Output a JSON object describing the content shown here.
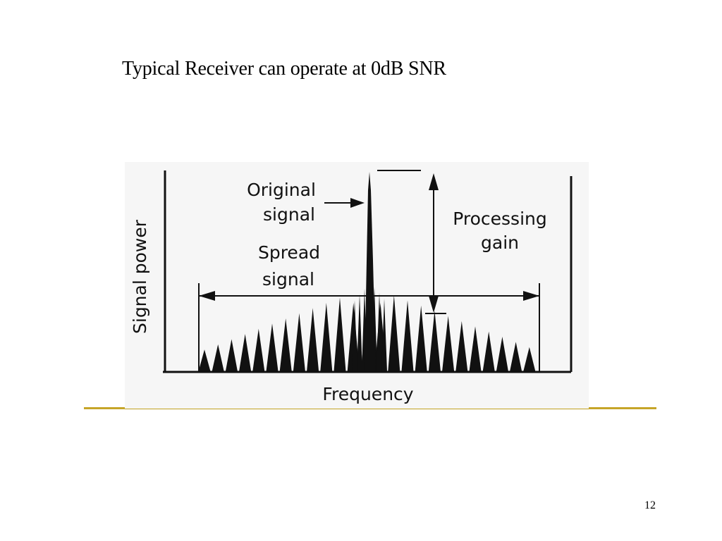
{
  "slide": {
    "title": "Typical Receiver can operate at 0dB SNR",
    "page_number": "12"
  },
  "diagram": {
    "y_axis_label": "Signal power",
    "x_axis_label": "Frequency",
    "original_signal_label": [
      "Original",
      "signal"
    ],
    "spread_signal_label": [
      "Spread",
      "signal"
    ],
    "processing_gain_label": [
      "Processing",
      "gain"
    ],
    "colors": {
      "ink": "#111111",
      "rule": "#c6a528",
      "figure_background": "#f6f6f6"
    }
  }
}
